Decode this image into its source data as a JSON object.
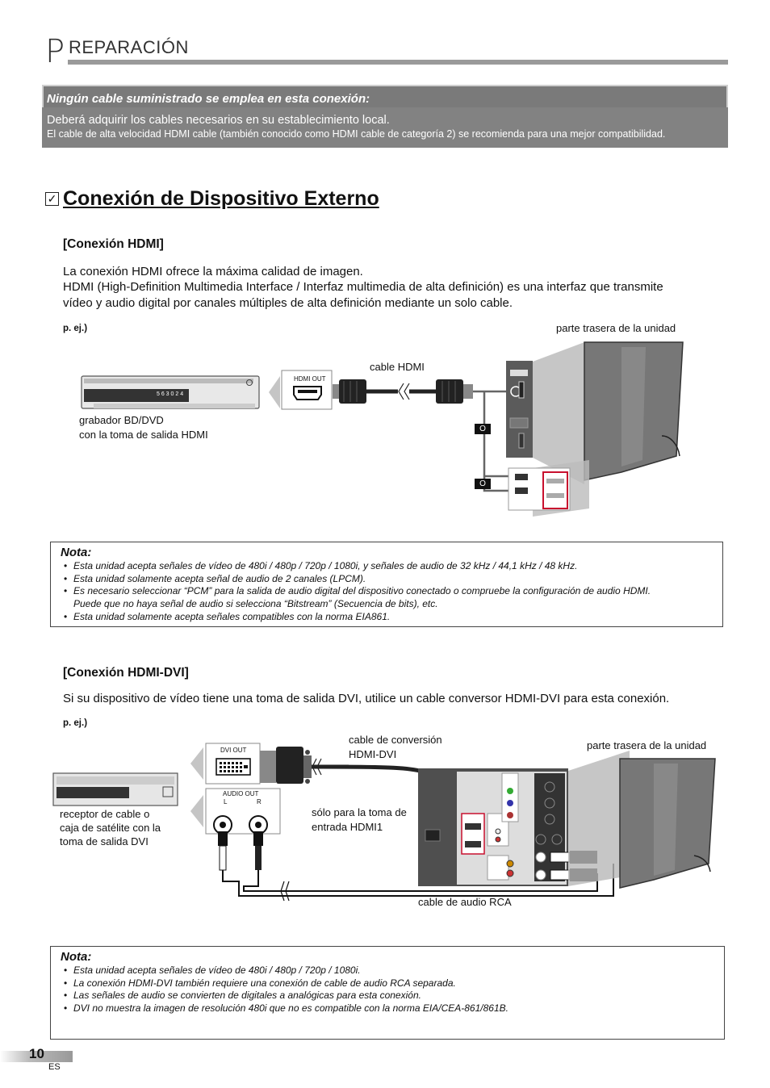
{
  "header": {
    "big_letter": "P",
    "rest": "REPARACIÓN"
  },
  "infobox": {
    "title": "Ningún cable suministrado se emplea en esta conexión:",
    "line1": "Deberá adquirir los cables necesarios en su establecimiento local.",
    "line2": "El cable de alta velocidad HDMI cable (también conocido como HDMI cable de categoría 2) se recomienda para una mejor compatibilidad."
  },
  "section": {
    "check": "✓",
    "title": "Conexión de Dispositivo Externo"
  },
  "hdmi": {
    "heading": "[Conexión HDMI]",
    "p1": "La conexión HDMI ofrece la máxima calidad de imagen.",
    "p2": "HDMI (High-Definition Multimedia Interface / Interfaz multimedia de alta definición) es una interfaz que transmite",
    "p3": "vídeo y audio digital por canales múltiples de alta definición mediante un solo cable.",
    "example": "p. ej.)",
    "rear_label": "parte trasera de la unidad",
    "cable_label": "cable HDMI",
    "hdmi_out": "HDMI OUT",
    "device_line1": "grabador BD/DVD",
    "device_line2": "con la toma de salida HDMI",
    "or1": "O",
    "or2": "O",
    "display_digits": "5 6 3 0 2 4"
  },
  "note1": {
    "title": "Nota:",
    "items": [
      "Esta unidad acepta señales de vídeo de 480i / 480p / 720p / 1080i, y señales de audio de 32 kHz / 44,1 kHz / 48 kHz.",
      "Esta unidad solamente acepta señal de audio de 2 canales (LPCM).",
      "Es necesario seleccionar “PCM” para la salida de audio digital del dispositivo conectado o compruebe la configuración de audio HDMI.",
      "Esta unidad solamente acepta señales compatibles con la norma EIA861."
    ],
    "item3_cont": "Puede que no haya señal de audio si selecciona “Bitstream” (Secuencia de bits), etc."
  },
  "dvi": {
    "heading": "[Conexión HDMI-DVI]",
    "p1": "Si su dispositivo de vídeo tiene una toma de salida DVI, utilice un cable conversor HDMI-DVI para esta conexión.",
    "example": "p. ej.)",
    "dvi_out": "DVI OUT",
    "audio_out": "AUDIO OUT",
    "audio_l": "L",
    "audio_r": "R",
    "conv_line1": "cable de conversión",
    "conv_line2": "HDMI-DVI",
    "rear_label": "parte trasera de la unidad",
    "only_line1": "sólo para la toma de",
    "only_line2": "entrada HDMI1",
    "rca_label": "cable de audio RCA",
    "recv_line1": "receptor de cable o",
    "recv_line2": "caja de satélite con la",
    "recv_line3": "toma de salida DVI"
  },
  "note2": {
    "title": "Nota:",
    "items": [
      "Esta unidad acepta señales de vídeo de 480i / 480p / 720p / 1080i.",
      "La conexión HDMI-DVI también requiere una conexión de cable de audio RCA separada.",
      "Las señales de audio se convierten de digitales a analógicas para esta conexión.",
      "DVI no muestra la imagen de resolución 480i que no es compatible con la norma EIA/CEA-861/861B."
    ]
  },
  "footer": {
    "page": "10",
    "lang": "ES"
  },
  "colors": {
    "box_grey": "#828282",
    "rule_grey": "#9a9a9a",
    "hdmi_red": "#c8102e"
  }
}
